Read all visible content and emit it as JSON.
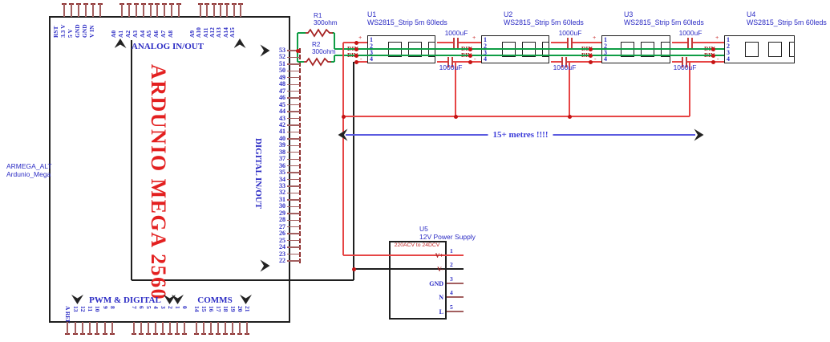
{
  "schematic": {
    "arduino": {
      "ref": "ARMEGA_ALT",
      "value": "Ardunio_Mega",
      "title": "ARDUNIO MEGA 2560",
      "section_analog": "ANALOG IN/OUT",
      "section_digital": "DIGITAL IN/OUT",
      "section_pwm": "PWM & DIGITAL",
      "section_comms": "COMMS",
      "pins_power": [
        "RST",
        "3.3 V",
        "5 V",
        "GND",
        "GND",
        "V IN"
      ],
      "pins_analog_a": [
        "A0",
        "A1",
        "A2",
        "A3",
        "A4",
        "A5",
        "A6",
        "A7",
        "A8"
      ],
      "pins_analog_b": [
        "A9",
        "A10",
        "A11",
        "A12",
        "A13",
        "A14",
        "A15"
      ],
      "pins_digital_right": [
        "53",
        "52",
        "51",
        "50",
        "49",
        "48",
        "47",
        "46",
        "45",
        "44",
        "43",
        "42",
        "41",
        "40",
        "39",
        "38",
        "37",
        "36",
        "35",
        "34",
        "33",
        "32",
        "31",
        "30",
        "29",
        "28",
        "27",
        "26",
        "25",
        "24",
        "23",
        "22"
      ],
      "pins_bottom_pwm": [
        "A REF",
        "13",
        "12",
        "11",
        "10",
        "9",
        "8"
      ],
      "pins_bottom_digital": [
        "7",
        "6",
        "5",
        "4",
        "3",
        "2",
        "1",
        "0"
      ],
      "pins_bottom_comms": [
        "14",
        "15",
        "16",
        "17",
        "18",
        "19",
        "20",
        "21"
      ]
    },
    "resistors": [
      {
        "ref": "R1",
        "value": "300ohm"
      },
      {
        "ref": "R2",
        "value": "300ohm"
      }
    ],
    "led_strips": [
      {
        "ref": "U1",
        "value": "WS2815_Strip 5m 60leds"
      },
      {
        "ref": "U2",
        "value": "WS2815_Strip 5m 60leds"
      },
      {
        "ref": "U3",
        "value": "WS2815_Strip 5m 60leds"
      },
      {
        "ref": "U4",
        "value": "WS2815_Strip 5m 60leds"
      }
    ],
    "strip_pin_labels": {
      "p1": "+",
      "p2": "DIN",
      "p3": "BIN",
      "p4": "-",
      "numbers": [
        "1",
        "2",
        "3",
        "4"
      ]
    },
    "capacitor_value": "1000uF",
    "capacitor_count": 6,
    "power_supply": {
      "ref": "U5",
      "value": "12V Power Supply",
      "rating": "220ACV to 24DCV",
      "pins": [
        {
          "number": "1",
          "name": "V+"
        },
        {
          "number": "2",
          "name": "V-"
        },
        {
          "number": "3",
          "name": "GND"
        },
        {
          "number": "4",
          "name": "N"
        },
        {
          "number": "5",
          "name": "L"
        }
      ]
    },
    "annotation": "15+ metres !!!!",
    "colors": {
      "wire_red": "#e64545",
      "wire_green": "#0f9d45",
      "wire_black": "#1f1f1f",
      "dimension_blue": "#5b5be0",
      "label_blue": "#2b2bc4",
      "label_maroon": "#a52121",
      "title_red": "#e32020",
      "pin_stub": "#a35f5f",
      "pin_tick": "#8b2a2a",
      "junction_dot": "#c41414",
      "plus_minus": "#cc3333",
      "cap_plate": "#c23b3b"
    }
  }
}
